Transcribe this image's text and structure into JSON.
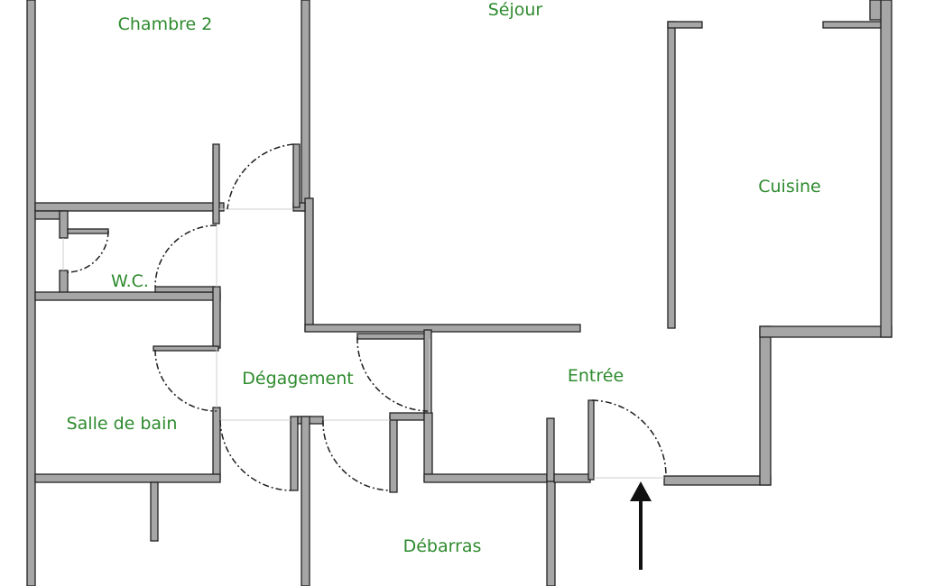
{
  "colors": {
    "label": "#2e8b2e",
    "wall_fill": "#a6a6a6",
    "wall_outline": "#222222",
    "door_line": "#1e1e1e",
    "background": "#ffffff"
  },
  "rooms": {
    "chambre2": "Chambre 2",
    "sejour": "Séjour",
    "cuisine": "Cuisine",
    "wc": "W.C.",
    "degagement": "Dégagement",
    "entree": "Entrée",
    "salle_de_bain": "Salle de bain",
    "debarras": "Débarras"
  },
  "icons": {
    "entrance": "entrance-arrow-icon"
  }
}
